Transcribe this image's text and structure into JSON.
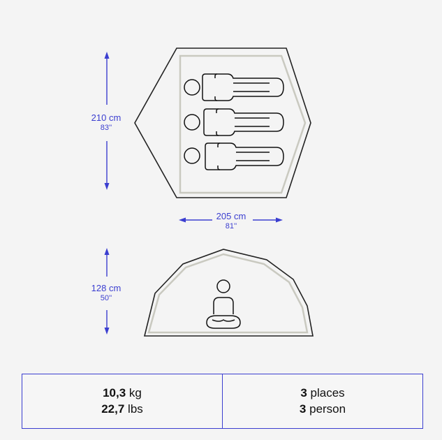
{
  "dimensions": {
    "length_cm": "210 cm",
    "length_in": "83''",
    "width_cm": "205 cm",
    "width_in": "81''",
    "height_cm": "128 cm",
    "height_in": "50''"
  },
  "specs": {
    "weight_kg_value": "10,3",
    "weight_kg_unit": "kg",
    "weight_lbs_value": "22,7",
    "weight_lbs_unit": "lbs",
    "capacity_fr_value": "3",
    "capacity_fr_unit": "places",
    "capacity_en_value": "3",
    "capacity_en_unit": "person"
  },
  "colors": {
    "dimension_blue": "#3b3ed0",
    "outline": "#222222",
    "inner_floor": "#d8d8d0"
  }
}
